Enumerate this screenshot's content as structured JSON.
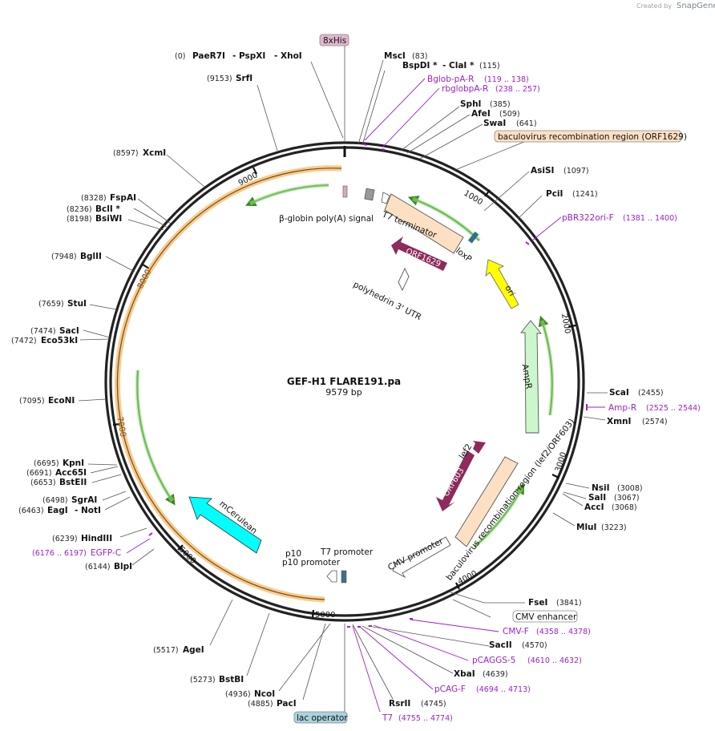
{
  "watermark": {
    "created_by": "Created by",
    "brand": "SnapGene"
  },
  "plasmid": {
    "name": "GEF-H1 FLARE191.pa",
    "size": "9579 bp"
  },
  "ticks": [
    "1000",
    "2000",
    "3000",
    "4000",
    "5000",
    "6000",
    "7000",
    "8000",
    "9000"
  ],
  "sites": [
    {
      "id": "paer7i",
      "name": "PaeR7I",
      "pos": "(0)"
    },
    {
      "id": "pspxi",
      "name": "- PspXI"
    },
    {
      "id": "xhoi",
      "name": "- XhoI"
    },
    {
      "id": "srfi",
      "name": "SrfI",
      "pos": "(9153)"
    },
    {
      "id": "msci",
      "name": "MscI",
      "pos": "(83)"
    },
    {
      "id": "bspdi",
      "name": "BspDI *",
      "pos": "(115)"
    },
    {
      "id": "clai",
      "name": "- ClaI *"
    },
    {
      "id": "sphi",
      "name": "SphI",
      "pos": "(385)"
    },
    {
      "id": "afei",
      "name": "AfeI",
      "pos": "(509)"
    },
    {
      "id": "swai",
      "name": "SwaI",
      "pos": "(641)"
    },
    {
      "id": "xcmi",
      "name": "XcmI",
      "pos": "(8597)"
    },
    {
      "id": "asisi",
      "name": "AsiSI",
      "pos": "(1097)"
    },
    {
      "id": "pcii",
      "name": "PciI",
      "pos": "(1241)"
    },
    {
      "id": "fspai",
      "name": "FspAI",
      "pos": "(8328)"
    },
    {
      "id": "bcli",
      "name": "BclI *",
      "pos": "(8236)"
    },
    {
      "id": "bsiwi",
      "name": "BsiWI",
      "pos": "(8198)"
    },
    {
      "id": "bglii",
      "name": "BglII",
      "pos": "(7948)"
    },
    {
      "id": "stui",
      "name": "StuI",
      "pos": "(7659)"
    },
    {
      "id": "saci",
      "name": "SacI",
      "pos": "(7474)"
    },
    {
      "id": "eco53ki",
      "name": "Eco53kI",
      "pos": "(7472)"
    },
    {
      "id": "econi",
      "name": "EcoNI",
      "pos": "(7095)"
    },
    {
      "id": "scai",
      "name": "ScaI",
      "pos": "(2455)"
    },
    {
      "id": "xmni",
      "name": "XmnI",
      "pos": "(2574)"
    },
    {
      "id": "kpni",
      "name": "KpnI",
      "pos": "(6695)"
    },
    {
      "id": "acc65i",
      "name": "Acc65I",
      "pos": "(6691)"
    },
    {
      "id": "bsteii",
      "name": "BstEII",
      "pos": "(6653)"
    },
    {
      "id": "nsii",
      "name": "NsiI",
      "pos": "(3008)"
    },
    {
      "id": "sali",
      "name": "SalI",
      "pos": "(3067)"
    },
    {
      "id": "acci",
      "name": "AccI",
      "pos": "(3068)"
    },
    {
      "id": "sgrai",
      "name": "SgrAI",
      "pos": "(6498)"
    },
    {
      "id": "eagi",
      "name": "EagI",
      "pos": "(6463)"
    },
    {
      "id": "noti",
      "name": "- NotI"
    },
    {
      "id": "mlui",
      "name": "MluI",
      "pos": "(3223)"
    },
    {
      "id": "hindiii",
      "name": "HindIII",
      "pos": "(6239)"
    },
    {
      "id": "blpi",
      "name": "BlpI",
      "pos": "(6144)"
    },
    {
      "id": "fsei",
      "name": "FseI",
      "pos": "(3841)"
    },
    {
      "id": "ageI",
      "name": "AgeI",
      "pos": "(5517)"
    },
    {
      "id": "sacii",
      "name": "SacII",
      "pos": "(4570)"
    },
    {
      "id": "xbai",
      "name": "XbaI",
      "pos": "(4639)"
    },
    {
      "id": "bstbi",
      "name": "BstBI",
      "pos": "(5273)"
    },
    {
      "id": "ncoi",
      "name": "NcoI",
      "pos": "(4936)"
    },
    {
      "id": "paci",
      "name": "PacI",
      "pos": "(4885)"
    },
    {
      "id": "rsrii",
      "name": "RsrII",
      "pos": "(4745)"
    }
  ],
  "primers": [
    {
      "id": "bglob",
      "name": "Bglob-pA-R",
      "range": "(119 .. 138)"
    },
    {
      "id": "rbglob",
      "name": "rbglobpA-R",
      "range": "(238 .. 257)"
    },
    {
      "id": "pbr322",
      "name": "pBR322ori-F",
      "range": "(1381 .. 1400)"
    },
    {
      "id": "ampr",
      "name": "Amp-R",
      "range": "(2525 .. 2544)"
    },
    {
      "id": "egfpc",
      "name": "EGFP-C",
      "range": "(6176 .. 6197)"
    },
    {
      "id": "cmvf",
      "name": "CMV-F",
      "range": "(4358 .. 4378)"
    },
    {
      "id": "pcaggs5",
      "name": "pCAGGS-5",
      "range": "(4610 .. 4632)"
    },
    {
      "id": "pcagf",
      "name": "pCAG-F",
      "range": "(4694 .. 4713)"
    },
    {
      "id": "t7p",
      "name": "T7",
      "range": "(4755 .. 4774)"
    }
  ],
  "boxed_features": {
    "his": "8xHis",
    "baculo": "baculovirus recombination region (ORF1629)",
    "cmv_enhancer": "CMV enhancer",
    "lac": "lac operator"
  },
  "features": {
    "bglobin": "β-globin poly(A) signal",
    "t7term": "T7 terminator",
    "loxp": "loxP",
    "orf1629": "ORF1629",
    "polyhedrin": "polyhedrin 3' UTR",
    "ori": "ori",
    "ampr": "AmpR",
    "lef2": "lef2",
    "orf603": "ORF603",
    "baculo2": "baculovirus recombination region (lef2/ORF603)",
    "cmvpromoter": "CMV promoter",
    "t7promoter": "T7 promoter",
    "p10": "p10 promoter",
    "mcerulean": "mCerulean"
  },
  "colors": {
    "backbone": "#222222",
    "orange": "#f0a030",
    "green": "#3b8a1e",
    "cyan": "#00ffff",
    "yellow": "#ffff00",
    "ampr": "#ccf7cc",
    "baculo": "#fde0c4",
    "orf": "#8e2a5c",
    "primer": "#9a22c8"
  }
}
